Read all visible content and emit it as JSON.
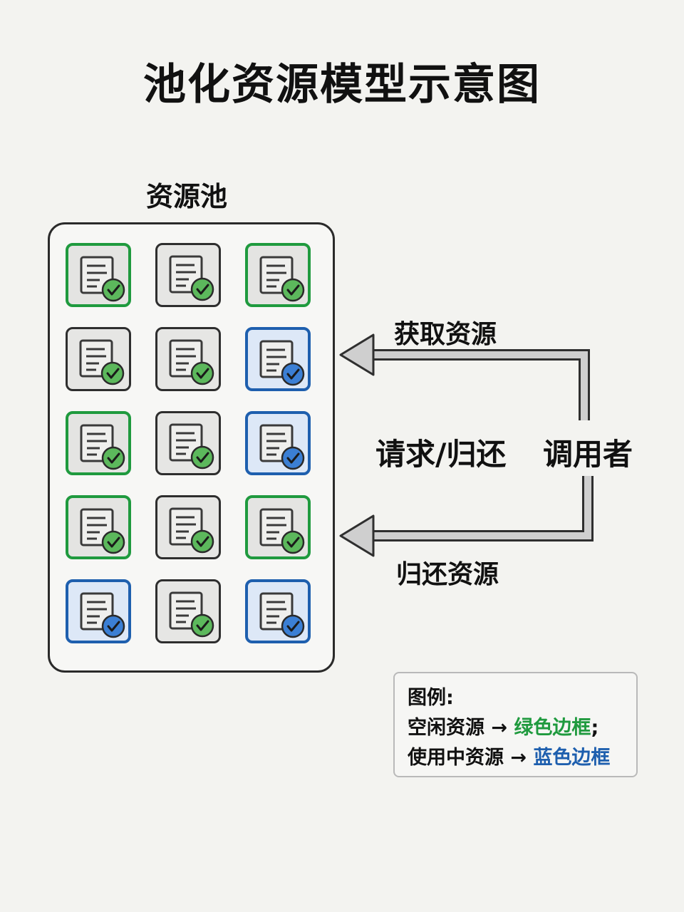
{
  "title": "池化资源模型示意图",
  "pool": {
    "label": "资源池",
    "cells": [
      {
        "state": "idle"
      },
      {
        "state": "plain"
      },
      {
        "state": "idle"
      },
      {
        "state": "plain"
      },
      {
        "state": "plain"
      },
      {
        "state": "busy"
      },
      {
        "state": "idle"
      },
      {
        "state": "plain"
      },
      {
        "state": "busy"
      },
      {
        "state": "idle"
      },
      {
        "state": "plain"
      },
      {
        "state": "idle"
      },
      {
        "state": "busy"
      },
      {
        "state": "plain"
      },
      {
        "state": "busy"
      }
    ]
  },
  "flow": {
    "acquire_label": "获取资源",
    "request_label": "请求/归还",
    "caller_label": "调用者",
    "return_label": "归还资源"
  },
  "legend": {
    "heading": "图例:",
    "idle_prefix": "空闲资源 → ",
    "idle_color_text": "绿色边框",
    "idle_suffix": ";",
    "busy_prefix": "使用中资源 → ",
    "busy_color_text": "蓝色边框"
  },
  "colors": {
    "idle": "#1f9a3e",
    "busy": "#1e5fae",
    "check_idle": "#5cb85c",
    "check_busy": "#3b7fd4"
  }
}
